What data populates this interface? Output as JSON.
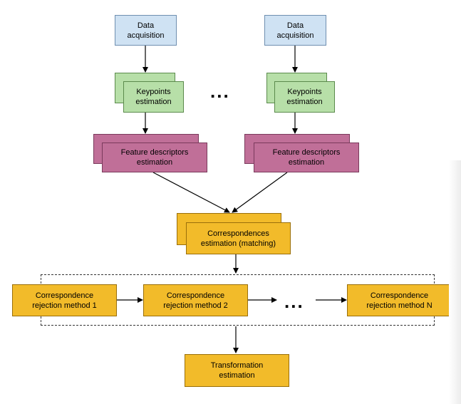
{
  "acquisition": {
    "left": "Data\nacquisition",
    "right": "Data\nacquisition"
  },
  "keypoints": {
    "left": "Keypoints\nestimation",
    "right": "Keypoints\nestimation"
  },
  "descriptors": {
    "left": "Feature descriptors\nestimation",
    "right": "Feature descriptors\nestimation"
  },
  "correspondences": "Correspondences\nestimation (matching)",
  "rejection": {
    "method_1": "Correspondence\nrejection method 1",
    "method_2": "Correspondence\nrejection method 2",
    "method_n": "Correspondence\nrejection method N"
  },
  "transformation": "Transformation\nestimation",
  "ellipsis": {
    "top": "...",
    "bottom": "..."
  },
  "colors": {
    "acquisition_fill": "#cfe2f3",
    "keypoints_fill": "#b7dfa8",
    "descriptors_fill": "#c06f98",
    "estimation_fill": "#f2bb2a"
  }
}
